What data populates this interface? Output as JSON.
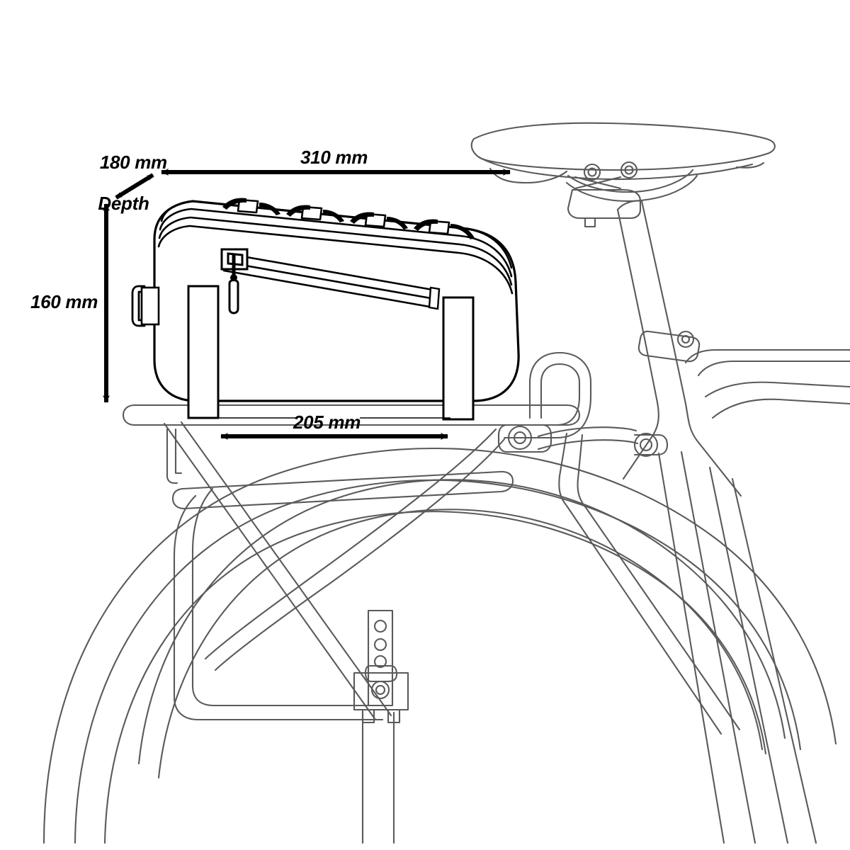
{
  "diagram": {
    "title": "Bicycle rack trunk bag dimension diagram",
    "subject": "rack-bag-on-bicycle-carrier",
    "view": "side-elevation",
    "units": "mm",
    "background_color": "#ffffff",
    "ink_color": "#000000",
    "bike_line_color": "#5a5a5a"
  },
  "dimensions": {
    "depth": {
      "value_label": "180 mm",
      "name_label": "Depth",
      "arrow_style": "double-headed",
      "orientation": "diagonal"
    },
    "width": {
      "value_label": "310 mm",
      "arrow_style": "double-headed",
      "orientation": "horizontal"
    },
    "height": {
      "value_label": "160 mm",
      "arrow_style": "double-headed",
      "orientation": "vertical"
    },
    "base": {
      "value_label": "205 mm",
      "arrow_style": "double-headed",
      "orientation": "horizontal"
    }
  },
  "bag": {
    "name": "rack trunk bag",
    "features": [
      "rounded-rectangular-body",
      "top-zipper-seam-lines",
      "four-top-tabs",
      "diagonal-side-zipper",
      "zipper-pull-tab",
      "side-attachment-clip",
      "two-mounting-straps"
    ],
    "top_tab_count": 4,
    "mounting_strap_count": 2
  },
  "bicycle": {
    "parts": [
      "saddle",
      "seat-post",
      "seat-post-clamp",
      "seat-tube",
      "top-tube",
      "seat-stay",
      "rear-rack",
      "rack-rear-hoop",
      "rack-side-stays",
      "rack-platform-rails",
      "fender",
      "rear-wheel-tire",
      "rear-wheel-rim",
      "fender-mount-bracket",
      "rack-eyelet-bolts"
    ],
    "eyelet_bolt_count": 3
  }
}
